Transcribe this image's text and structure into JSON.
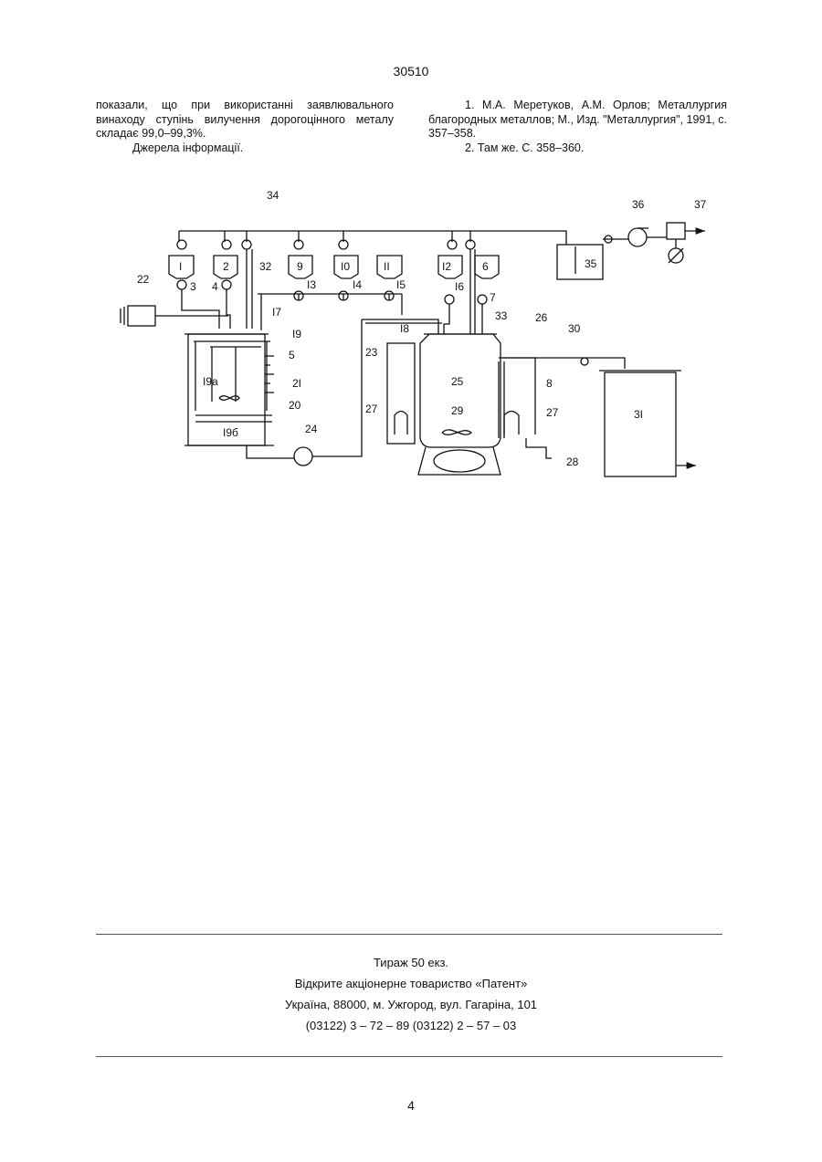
{
  "header": {
    "patent_number": "30510"
  },
  "left_column": {
    "para1": "показали, що при використанні заявлювального винаходу ступінь вилучення дорогоцінного металу складає 99,0–99,3%.",
    "para2": "Джерела інформації."
  },
  "right_column": {
    "ref1": "1. М.А. Меретуков, А.М. Орлов; Металлургия благородных металлов; М., Изд. \"Металлургия\", 1991, с. 357–358.",
    "ref2": "2. Там же. С. 358–360."
  },
  "figure": {
    "labels": {
      "l34": "34",
      "l36": "36",
      "l37": "37",
      "l35": "35",
      "tI": "I",
      "t2": "2",
      "t9": "9",
      "t10": "I0",
      "t11": "II",
      "t12": "I2",
      "t6": "6",
      "l3": "3",
      "l4": "4",
      "l32": "32",
      "l13": "I3",
      "l14": "I4",
      "l15": "I5",
      "l16": "I6",
      "l7": "7",
      "l33": "33",
      "l26": "26",
      "l30": "30",
      "l22": "22",
      "l17": "I7",
      "l18": "I8",
      "l19": "I9",
      "l5": "5",
      "l19a": "I9а",
      "l21": "2I",
      "l20": "20",
      "l19b": "I9б",
      "l23": "23",
      "l24": "24",
      "l25": "25",
      "l8": "8",
      "l27a": "27",
      "l27b": "27",
      "l29": "29",
      "l28": "28",
      "l31": "3I"
    }
  },
  "colophon": {
    "line1": "Тираж 50 екз.",
    "line2": "Відкрите акціонерне товариство «Патент»",
    "line3": "Україна, 88000, м. Ужгород, вул. Гагаріна, 101",
    "line4": "(03122) 3 – 72 – 89   (03122) 2 – 57 – 03"
  },
  "footer": {
    "page_number": "4"
  }
}
